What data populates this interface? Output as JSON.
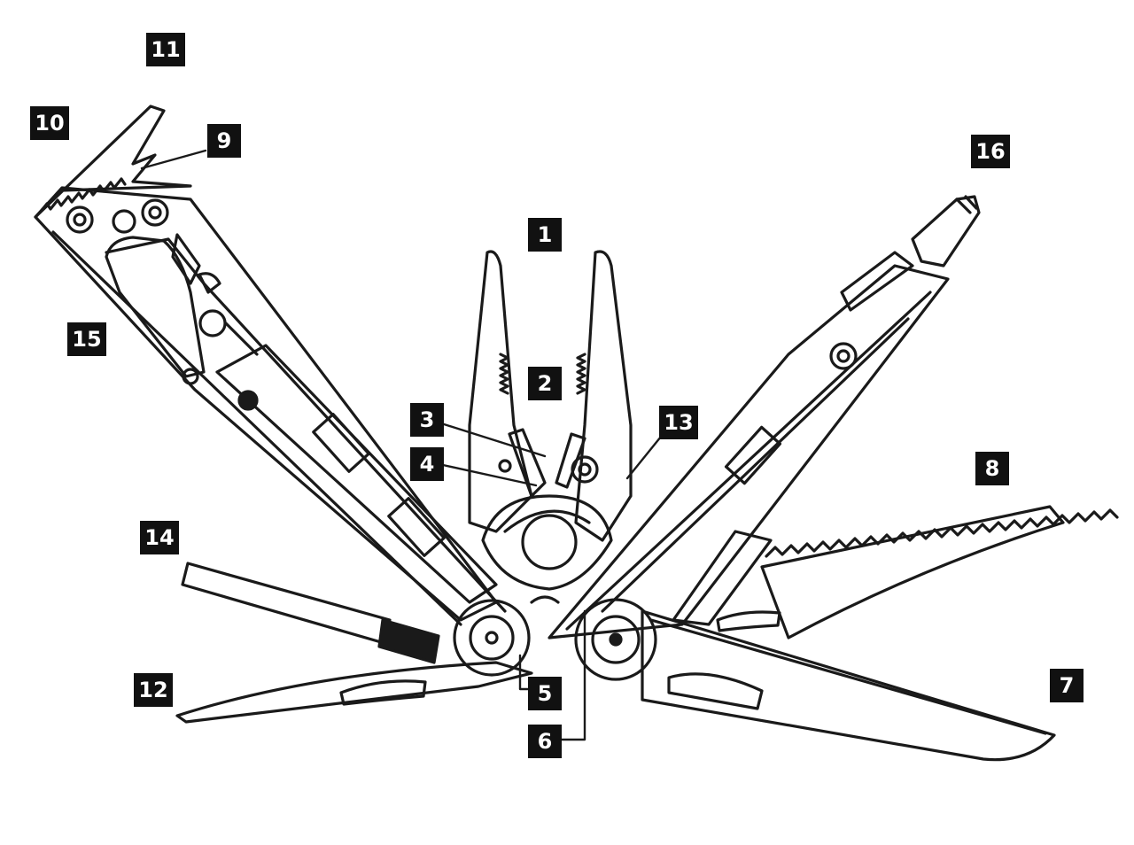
{
  "labels": {
    "l1": "1",
    "l2": "2",
    "l3": "3",
    "l4": "4",
    "l5": "5",
    "l6": "6",
    "l7": "7",
    "l8": "8",
    "l9": "9",
    "l10": "10",
    "l11": "11",
    "l12": "12",
    "l13": "13",
    "l14": "14",
    "l15": "15",
    "l16": "16"
  },
  "colors": {
    "ink": "#1a1a1a",
    "badge": "#111111",
    "background": "#ffffff"
  }
}
